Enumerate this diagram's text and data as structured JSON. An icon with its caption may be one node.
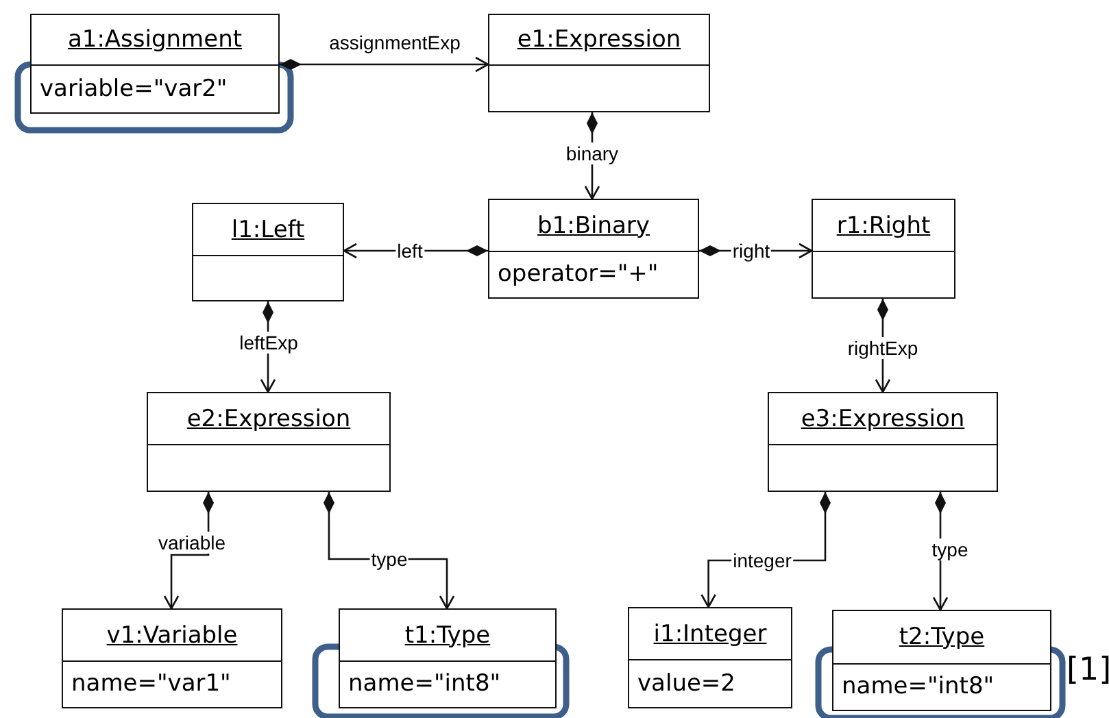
{
  "diagram": {
    "nodes": [
      {
        "text": [
          "a1:Assignment",
          "variable=\"var2\""
        ]
      },
      {
        "text": [
          "e1:Expression"
        ]
      },
      {
        "text": [
          "l1:Left"
        ]
      },
      {
        "text": [
          "b1:Binary",
          "operator=\"+\""
        ]
      },
      {
        "text": [
          "r1:Right"
        ]
      },
      {
        "text": [
          "e2:Expression"
        ]
      },
      {
        "text": [
          "e3:Expression"
        ]
      },
      {
        "text": [
          "v1:Variable",
          "name=\"var1\""
        ]
      },
      {
        "text": [
          "t1:Type",
          "name=\"int8\""
        ]
      },
      {
        "text": [
          "i1:Integer",
          "value=2"
        ]
      },
      {
        "text": [
          "t2:Type",
          "name=\"int8\""
        ]
      }
    ],
    "edges": [
      {
        "from": 0,
        "to": 1,
        "arrow": "to",
        "label": "assignmentExp"
      },
      {
        "from": 1,
        "to": 3,
        "arrow": "to",
        "label": "binary"
      },
      {
        "from": 3,
        "to": 2,
        "arrow": "to",
        "label": "left"
      },
      {
        "from": 3,
        "to": 4,
        "arrow": "to",
        "label": "right"
      },
      {
        "from": 2,
        "to": 5,
        "arrow": "to",
        "label": "leftExp"
      },
      {
        "from": 4,
        "to": 6,
        "arrow": "to",
        "label": "rightExp"
      },
      {
        "from": 5,
        "to": 7,
        "arrow": "to",
        "label": "variable"
      },
      {
        "from": 5,
        "to": 8,
        "arrow": "to",
        "label": "type"
      },
      {
        "from": 6,
        "to": 9,
        "arrow": "to",
        "label": "integer"
      },
      {
        "from": 6,
        "to": 10,
        "arrow": "to",
        "label": "type"
      }
    ],
    "labels": [
      "[1]"
    ]
  }
}
